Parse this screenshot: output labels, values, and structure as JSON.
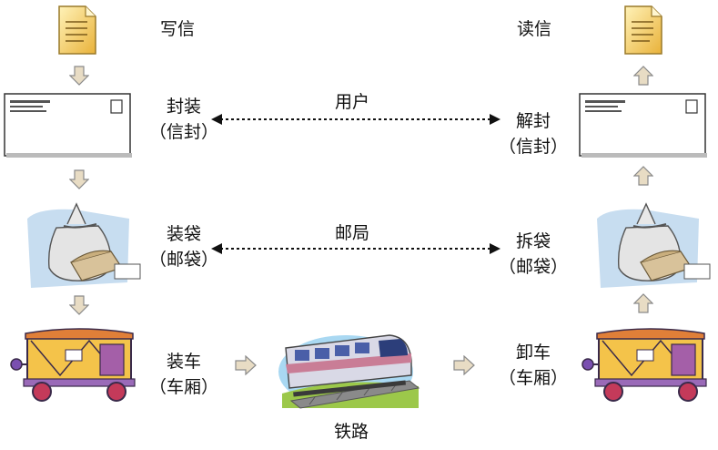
{
  "left": {
    "write_label": "写信",
    "seal_label": "封装",
    "seal_sub": "（信封）",
    "bag_label": "装袋",
    "bag_sub": "（邮袋）",
    "load_label": "装车",
    "load_sub": "（车厢）"
  },
  "right": {
    "read_label": "读信",
    "unseal_label": "解封",
    "unseal_sub": "（信封）",
    "unbag_label": "拆袋",
    "unbag_sub": "（邮袋）",
    "unload_label": "卸车",
    "unload_sub": "（车厢）"
  },
  "middle": {
    "user_label": "用户",
    "post_label": "邮局",
    "rail_label": "铁路"
  },
  "colors": {
    "arrow_fill": "#e8dcc4",
    "arrow_stroke": "#8a8a8a",
    "letter": "#f3c95a",
    "train": "#c97d96"
  }
}
